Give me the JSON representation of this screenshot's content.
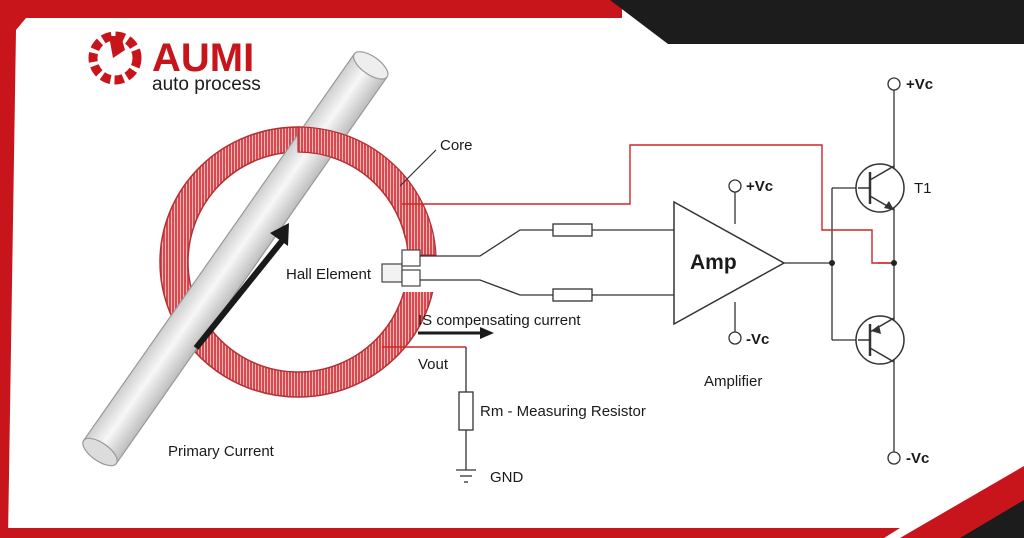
{
  "brand": {
    "name": "AUMI",
    "tagline": "auto process",
    "accent_color": "#c8151b",
    "dark_color": "#1c1c1c"
  },
  "diagram": {
    "core_label": "Core",
    "hall_element_label": "Hall Element",
    "compensating_label": "IS compensating current",
    "vout_label": "Vout",
    "resistor_label": "Rm - Measuring Resistor",
    "gnd_label": "GND",
    "primary_label": "Primary Current",
    "amp_text": "Amp",
    "amp_vcc_label": "+Vc",
    "amp_vee_label": "-Vc",
    "amplifier_label": "Amplifier",
    "rail_vcc_label": "+Vc",
    "rail_vee_label": "-Vc",
    "transistor_label": "T1",
    "wire_color": "#333333",
    "coil_color": "#d9484c"
  }
}
